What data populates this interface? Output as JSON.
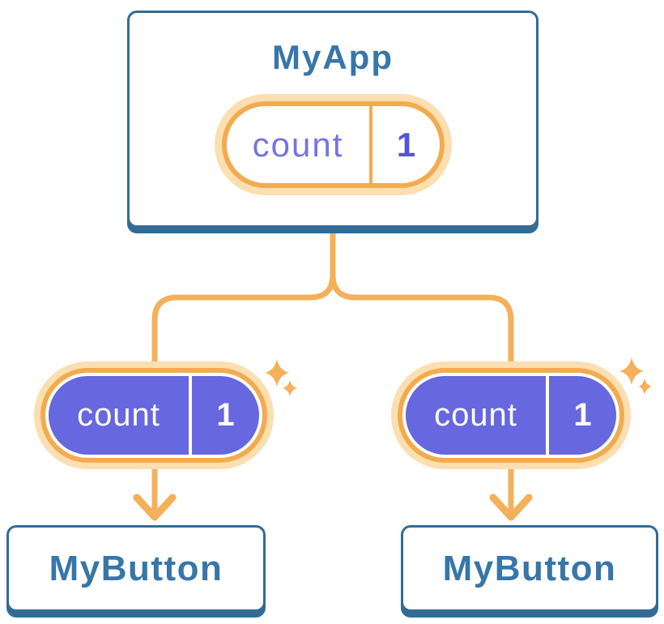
{
  "colors": {
    "background": "#ffffff",
    "card_border_blue": "#326C96",
    "card_text_blue": "#3776A8",
    "connector_orange": "#F5B05A",
    "ring_orange": "#F3AB50",
    "ring_peach": "#FBDFB0",
    "pill_purple": "#6767DF",
    "pill_label_periwinkle": "#7473E1",
    "pill_value_indigo": "#5553D8",
    "pill_text_white": "#ffffff"
  },
  "tree": {
    "root": {
      "title": "MyApp",
      "state_pill": {
        "label": "count",
        "value": "1"
      }
    },
    "children": [
      {
        "pill": {
          "label": "count",
          "value": "1"
        },
        "card": {
          "title": "MyButton"
        }
      },
      {
        "pill": {
          "label": "count",
          "value": "1"
        },
        "card": {
          "title": "MyButton"
        }
      }
    ]
  }
}
